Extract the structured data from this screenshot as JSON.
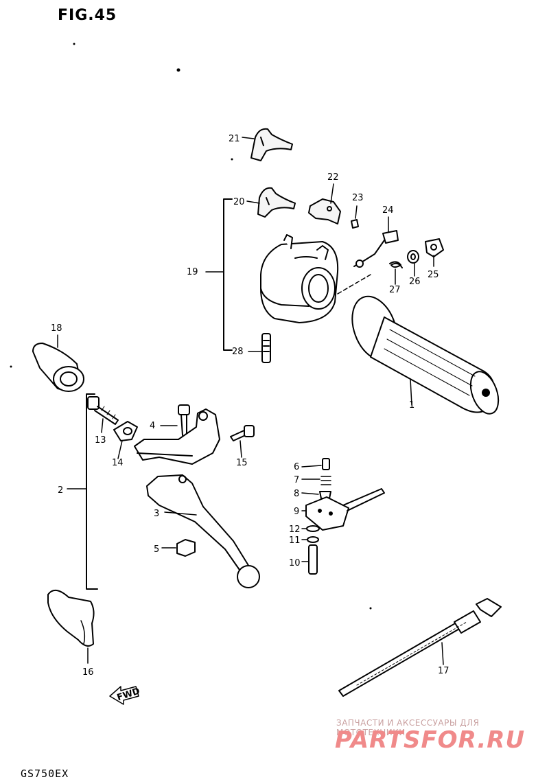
{
  "figure": {
    "title": "FIG.45",
    "model": "GS750EX"
  },
  "watermark": {
    "line": "ЗАПЧАСТИ И АКСЕССУАРЫ ДЛЯ МОТОТЕХНИКИ",
    "brand": "PARTSFOR.RU"
  },
  "callouts": {
    "c1": "1",
    "c2": "2",
    "c3": "3",
    "c4": "4",
    "c5": "5",
    "c6": "6",
    "c7": "7",
    "c8": "8",
    "c9": "9",
    "c10": "10",
    "c11": "11",
    "c12": "12",
    "c13": "13",
    "c14": "14",
    "c15": "15",
    "c16": "16",
    "c17": "17",
    "c18": "18",
    "c19": "19",
    "c20": "20",
    "c21": "21",
    "c22": "22",
    "c23": "23",
    "c24": "24",
    "c25": "25",
    "c26": "26",
    "c27": "27",
    "c28": "28"
  },
  "fwd_arrow": {
    "label": "FWD"
  },
  "colors": {
    "ink": "#000000",
    "background": "#ffffff",
    "watermark": "#f08a8a"
  }
}
